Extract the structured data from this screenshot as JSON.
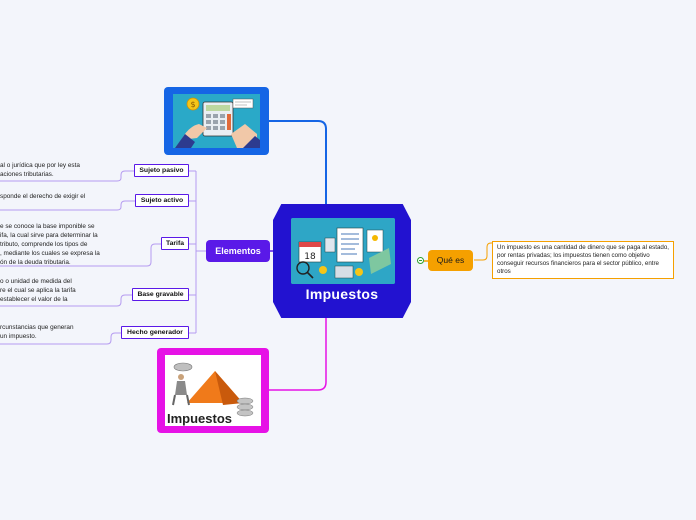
{
  "central": {
    "title": "Impuestos"
  },
  "branches": {
    "elementos": "Elementos",
    "que_es": "Qué es",
    "que_es_desc": "Un impuesto es una cantidad de dinero que se paga al estado, por rentas privadas; los impuestos tienen como objetivo conseguir recursos financieros para el sector público, entre otros"
  },
  "image2_caption": "Impuestos",
  "calendar_number": "18",
  "subtopics": [
    {
      "label": "Sujeto pasivo",
      "desc": "al o jurídica que por ley esta\naciones tributarias."
    },
    {
      "label": "Sujeto activo",
      "desc": "sponde el derecho de exigir el"
    },
    {
      "label": "Tarifa",
      "desc": "e se conoce la base imponible se\nifa, la cual sirve para determinar la\ntributo, comprende los tipos de\n, mediante los cuales se expresa la\nón de la deuda tributaria."
    },
    {
      "label": "Base gravable",
      "desc": "o o unidad de medida del\nre el cual se aplica la tarifa\nestablecer el valor de la"
    },
    {
      "label": "Hecho generador",
      "desc": "rcunstancias que generan\nun impuesto."
    }
  ],
  "colors": {
    "central": "#2212d0",
    "elementos": "#5a19e8",
    "que_es": "#f5a000",
    "image1_border": "#1565e5",
    "image2_border": "#e612e6"
  }
}
